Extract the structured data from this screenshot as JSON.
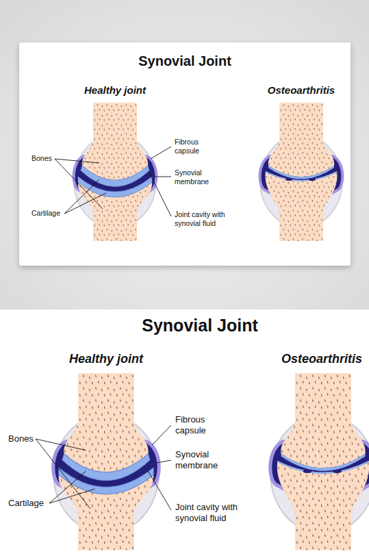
{
  "diagram": {
    "title": "Synovial Joint",
    "labels": [
      "Healthy joint",
      "Osteoarthritis",
      "Bones",
      "Cartilage",
      "Fibrous capsule",
      "Synovial membrane",
      "Joint cavity with synovial fluid",
      "Synovial Joint",
      "Healthy joint",
      "Osteoarthritis",
      "Bones",
      "Cartilage",
      "Fibrous capsule",
      "Synovial membrane",
      "Joint cavity with synovial fluid"
    ]
  }
}
